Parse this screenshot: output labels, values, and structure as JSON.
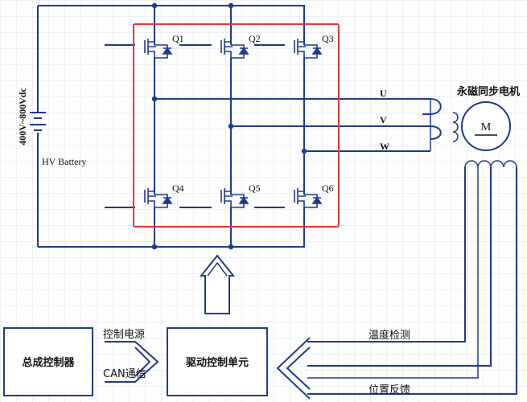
{
  "battery": {
    "voltage_label": "400V~800Vdc",
    "name_label": "HV Battery"
  },
  "transistors": [
    {
      "label": "Q1"
    },
    {
      "label": "Q2"
    },
    {
      "label": "Q3"
    },
    {
      "label": "Q4"
    },
    {
      "label": "Q5"
    },
    {
      "label": "Q6"
    }
  ],
  "phases": [
    {
      "label": "U"
    },
    {
      "label": "V"
    },
    {
      "label": "W"
    }
  ],
  "motor": {
    "title": "永磁同步电机",
    "symbol": "M"
  },
  "blocks": {
    "vcu": {
      "label": "总成控制器"
    },
    "driver": {
      "label": "驱动控制单元"
    }
  },
  "links": {
    "power": "控制电源",
    "can": "CAN通信",
    "temperature": "温度检测",
    "position": "位置反馈"
  },
  "colors": {
    "wire": "#1f3a8a",
    "frame": "#e53935",
    "text": "#111111"
  }
}
